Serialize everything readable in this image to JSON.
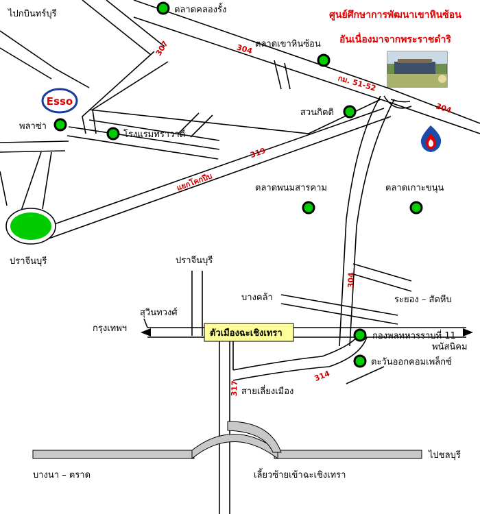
{
  "title": {
    "line1": "ศูนย์ศึกษาการพัฒนาเขาหินซ้อน",
    "line2": "อันเนื่องมาจากพระราชดำริ"
  },
  "places": {
    "to_kabin": "ไปกบินทร์บุรี",
    "khlong_rang_market": "ตลาดคลองรั้ง",
    "khao_hin_son_market": "ตลาดเขาหินซ้อน",
    "suan_kitti": "สวนกิตติ",
    "plaza": "พลาซ่า",
    "travel_hotel": "โรงแรมทราวาดี",
    "phanom_sarakham_market": "ตลาดพนมสารคาม",
    "ko_khanun_market": "ตลาดเกาะขนุน",
    "prachin_left": "ปราจีนบุรี",
    "prachin_center": "ปราจีนบุรี",
    "bang_khla": "บางคล้า",
    "rayong_sattahip": "ระยอง – สัตหีบ",
    "suwinthawong": "สุวินทวงศ์",
    "bangkok": "กรุงเทพฯ",
    "city_center": "ตัวเมืองฉะเชิงเทรา",
    "infantry_regiment": "กองพลทหารราบที่ 11",
    "phanat_nikhom": "พนัสนิคม",
    "tawan_ok_complex": "ตะวันออกคอมเพล็กซ์",
    "bypass": "สายเลี่ยงเมือง",
    "to_chonburi": "ไปชลบุรี",
    "bangna_trat": "บางนา – ตราด",
    "turn_left_chachoengsao": "เลี้ยวซ้ายเข้าฉะเชิงเทรา"
  },
  "routes": {
    "r307": "307",
    "r304_top": "304",
    "km": "กม. 51-52",
    "r304_right": "304",
    "r319": "319",
    "khok_pip": "แยกโคกปีบ",
    "r304_vertical": "304",
    "r314": "314",
    "r317": "317"
  },
  "brands": {
    "esso": "Esso"
  },
  "colors": {
    "title": "#e00000",
    "route": "#cc0000",
    "marker": "#00cc00",
    "motorway": "#c8c8c8",
    "city_box": "#ffff99",
    "esso_blue": "#1a3c9c",
    "esso_red": "#e00000",
    "ptt_blue": "#1a4ca8",
    "ptt_red": "#e00000"
  }
}
